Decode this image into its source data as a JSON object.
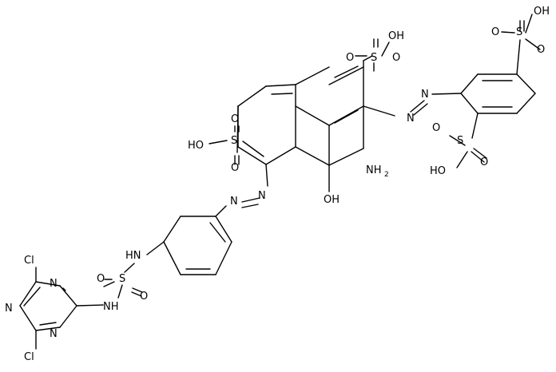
{
  "structure": {
    "line_color": "#000000",
    "background_color": "#ffffff",
    "atom_labels": {
      "so3h_top": "OH",
      "so3h_top_s": "S",
      "so3h_top_o1": "O",
      "so3h_top_o2": "O",
      "so3h_right": "OH",
      "so3h_right_s": "S",
      "so3h_right_o1": "O",
      "so3h_right_o2": "O",
      "so3h_left": "HO",
      "so3h_left_s": "S",
      "so3h_left_o1": "O",
      "so3h_left_o2": "O",
      "so3h_ortho": "HO",
      "so3h_ortho_s": "S",
      "so3h_ortho_o1": "O",
      "so3h_ortho_o2": "O",
      "azo_right_n1": "N",
      "azo_right_n2": "N",
      "azo_left_n1": "N",
      "azo_left_n2": "N",
      "amino": "NH",
      "amino_sub": "2",
      "hydroxyl": "OH",
      "sulfonyl_nh_top": "HN",
      "sulfonyl_nh_bottom": "NH",
      "sulfonyl_s": "S",
      "sulfonyl_o1": "O",
      "sulfonyl_o2": "O",
      "triazine_n1": "N",
      "triazine_n2": "N",
      "triazine_n3": "N",
      "chloro_top": "Cl",
      "chloro_bottom": "Cl"
    }
  }
}
